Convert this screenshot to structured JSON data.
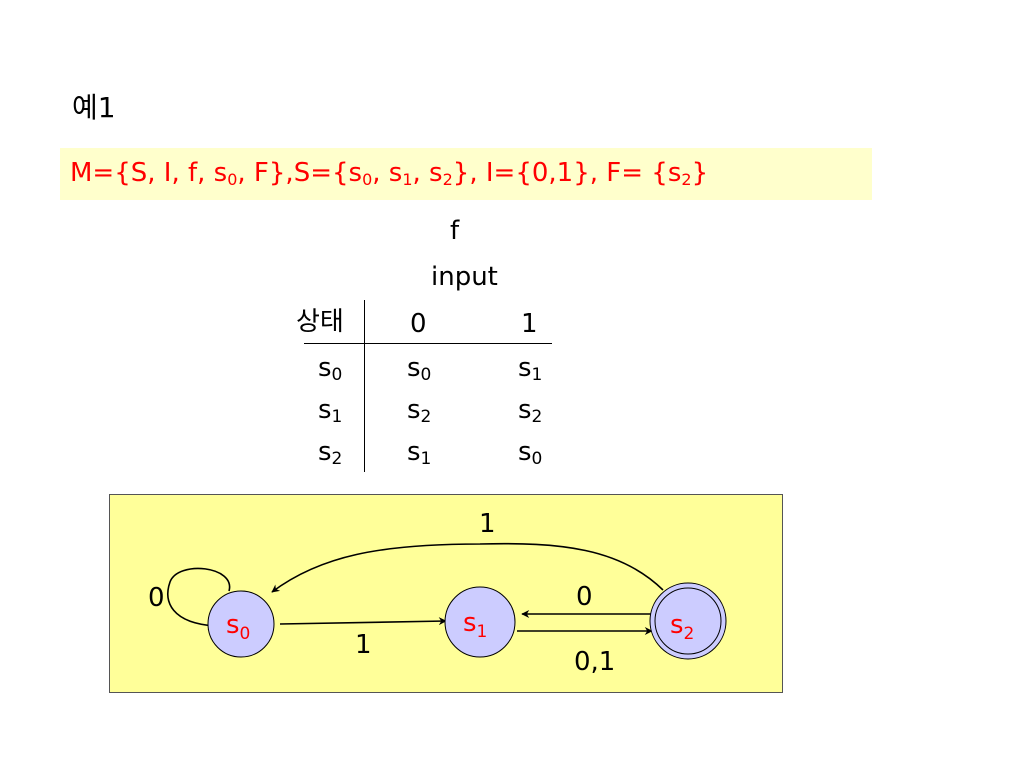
{
  "slide": {
    "title": "예1",
    "definition": {
      "parts": [
        {
          "t": "M={S, I, f, s"
        },
        {
          "sub": "0"
        },
        {
          "t": ", F},S={s"
        },
        {
          "sub": "0"
        },
        {
          "t": ", s"
        },
        {
          "sub": "1"
        },
        {
          "t": ", s"
        },
        {
          "sub": "2"
        },
        {
          "t": "}, I={0,1}, F= {s"
        },
        {
          "sub": "2"
        },
        {
          "t": "}"
        }
      ]
    }
  },
  "table": {
    "function_label": "f",
    "input_label": "input",
    "state_header": "상태",
    "columns": [
      "0",
      "1"
    ],
    "rows": [
      {
        "state": {
          "base": "s",
          "sub": "0"
        },
        "cells": [
          {
            "base": "s",
            "sub": "0"
          },
          {
            "base": "s",
            "sub": "1"
          }
        ]
      },
      {
        "state": {
          "base": "s",
          "sub": "1"
        },
        "cells": [
          {
            "base": "s",
            "sub": "2"
          },
          {
            "base": "s",
            "sub": "2"
          }
        ]
      },
      {
        "state": {
          "base": "s",
          "sub": "2"
        },
        "cells": [
          {
            "base": "s",
            "sub": "1"
          },
          {
            "base": "s",
            "sub": "0"
          }
        ]
      }
    ]
  },
  "diagram": {
    "nodes": [
      {
        "id": "s0",
        "base": "s",
        "sub": "0",
        "accepting": false
      },
      {
        "id": "s1",
        "base": "s",
        "sub": "1",
        "accepting": false
      },
      {
        "id": "s2",
        "base": "s",
        "sub": "2",
        "accepting": true
      }
    ],
    "edges": [
      {
        "from": "s0",
        "to": "s0",
        "label": "0"
      },
      {
        "from": "s0",
        "to": "s1",
        "label": "1"
      },
      {
        "from": "s2",
        "to": "s0",
        "label": "1"
      },
      {
        "from": "s2",
        "to": "s1",
        "label": "0"
      },
      {
        "from": "s1",
        "to": "s2",
        "label": "0,1"
      }
    ]
  },
  "colors": {
    "definition_text": "#ff0000",
    "definition_bg": "#ffffcc",
    "diagram_bg": "#ffff99",
    "node_fill": "#ccccff",
    "node_label": "#ff0000"
  }
}
